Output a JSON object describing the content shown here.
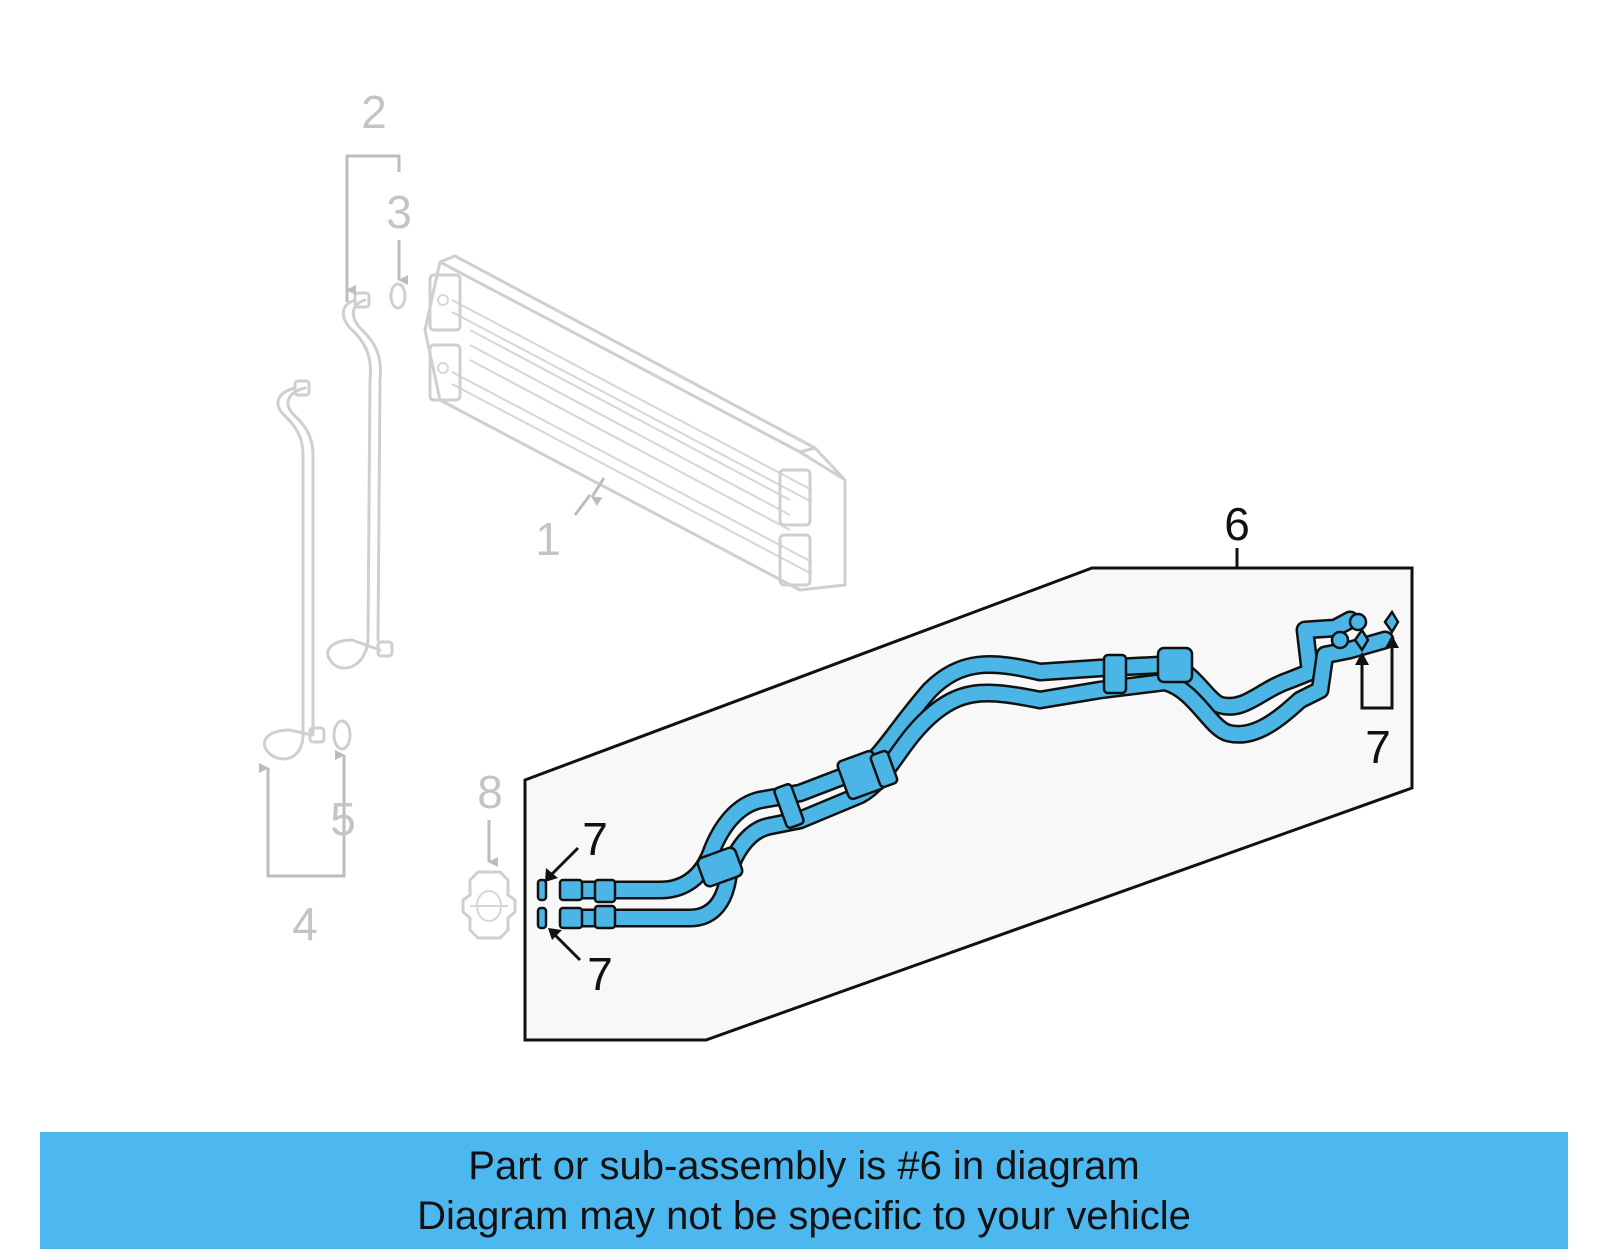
{
  "callouts": {
    "c1": "1",
    "c2": "2",
    "c3": "3",
    "c4": "4",
    "c5": "5",
    "c6": "6",
    "c7_left_top": "7",
    "c7_left_bottom": "7",
    "c7_right": "7",
    "c8": "8"
  },
  "banner": {
    "line1": "Part or sub-assembly is #6 in diagram",
    "line2": "Diagram may not be specific to your vehicle"
  },
  "colors": {
    "highlight": "#4bb6e6",
    "banner": "#4db8f0",
    "ghost": "#cfcfcf"
  }
}
